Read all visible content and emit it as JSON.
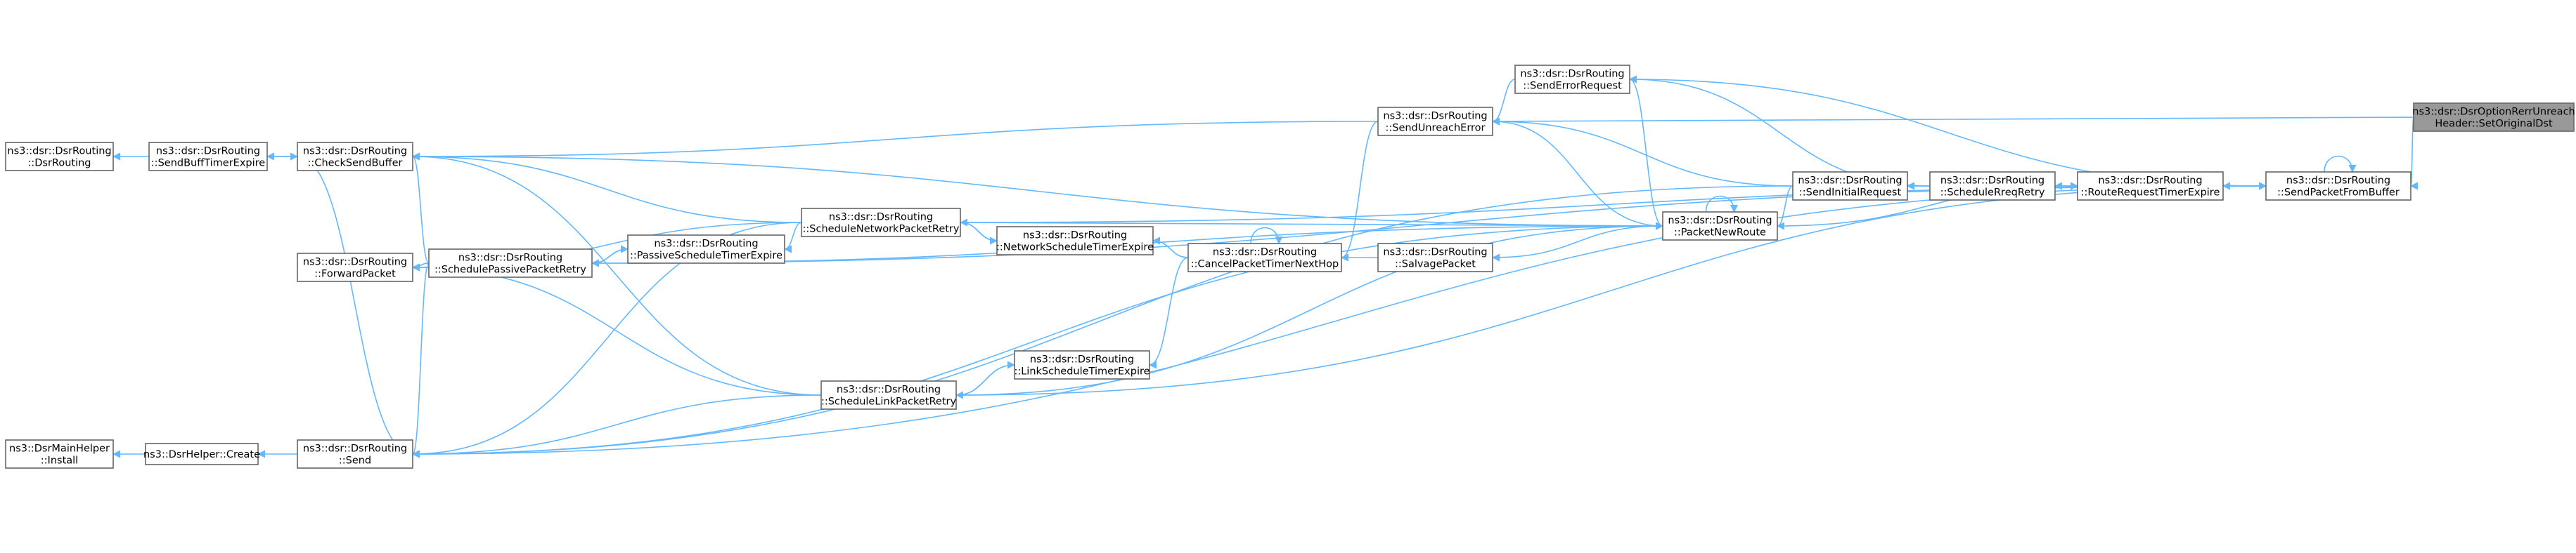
{
  "graph": {
    "title": "",
    "root_node": "n_setorigdst",
    "colors": {
      "edge": "#63b8ff",
      "node_border": "#666666",
      "root_fill": "#999999",
      "node_fill": "#ffffff"
    },
    "nodes": [
      {
        "id": "n_setorigdst",
        "lines": [
          "ns3::dsr::DsrOptionRerrUnreach",
          "Header::SetOriginalDst"
        ]
      },
      {
        "id": "n_sendpktbuf",
        "lines": [
          "ns3::dsr::DsrRouting",
          "::SendPacketFromBuffer"
        ]
      },
      {
        "id": "n_routereq",
        "lines": [
          "ns3::dsr::DsrRouting",
          "::RouteRequestTimerExpire"
        ]
      },
      {
        "id": "n_schedrreq",
        "lines": [
          "ns3::dsr::DsrRouting",
          "::ScheduleRreqRetry"
        ]
      },
      {
        "id": "n_sendinit",
        "lines": [
          "ns3::dsr::DsrRouting",
          "::SendInitialRequest"
        ]
      },
      {
        "id": "n_senderr",
        "lines": [
          "ns3::dsr::DsrRouting",
          "::SendErrorRequest"
        ]
      },
      {
        "id": "n_sendunreach",
        "lines": [
          "ns3::dsr::DsrRouting",
          "::SendUnreachError"
        ]
      },
      {
        "id": "n_pktnewroute",
        "lines": [
          "ns3::dsr::DsrRouting",
          "::PacketNewRoute"
        ]
      },
      {
        "id": "n_salvage",
        "lines": [
          "ns3::dsr::DsrRouting",
          "::SalvagePacket"
        ]
      },
      {
        "id": "n_cancelpkt",
        "lines": [
          "ns3::dsr::DsrRouting",
          "::CancelPacketTimerNextHop"
        ]
      },
      {
        "id": "n_netsched",
        "lines": [
          "ns3::dsr::DsrRouting",
          "::NetworkScheduleTimerExpire"
        ]
      },
      {
        "id": "n_linksched",
        "lines": [
          "ns3::dsr::DsrRouting",
          "::LinkScheduleTimerExpire"
        ]
      },
      {
        "id": "n_schednet",
        "lines": [
          "ns3::dsr::DsrRouting",
          "::ScheduleNetworkPacketRetry"
        ]
      },
      {
        "id": "n_passsched",
        "lines": [
          "ns3::dsr::DsrRouting",
          "::PassiveScheduleTimerExpire"
        ]
      },
      {
        "id": "n_schedlink",
        "lines": [
          "ns3::dsr::DsrRouting",
          "::ScheduleLinkPacketRetry"
        ]
      },
      {
        "id": "n_schedpass",
        "lines": [
          "ns3::dsr::DsrRouting",
          "::SchedulePassivePacketRetry"
        ]
      },
      {
        "id": "n_checksend",
        "lines": [
          "ns3::dsr::DsrRouting",
          "::CheckSendBuffer"
        ]
      },
      {
        "id": "n_forward",
        "lines": [
          "ns3::dsr::DsrRouting",
          "::ForwardPacket"
        ]
      },
      {
        "id": "n_send",
        "lines": [
          "ns3::dsr::DsrRouting",
          "::Send"
        ]
      },
      {
        "id": "n_sendbuff",
        "lines": [
          "ns3::dsr::DsrRouting",
          "::SendBuffTimerExpire"
        ]
      },
      {
        "id": "n_dsrrouting",
        "lines": [
          "ns3::dsr::DsrRouting",
          "::DsrRouting"
        ]
      },
      {
        "id": "n_helpercreate",
        "lines": [
          "ns3::DsrHelper::Create"
        ]
      },
      {
        "id": "n_mainhelper",
        "lines": [
          "ns3::DsrMainHelper",
          "::Install"
        ]
      }
    ],
    "edges": [
      {
        "from": "n_sendpktbuf",
        "to": "n_setorigdst"
      },
      {
        "from": "n_sendunreach",
        "to": "n_setorigdst"
      },
      {
        "from": "n_sendpktbuf",
        "to": "n_sendpktbuf"
      },
      {
        "from": "n_routereq",
        "to": "n_sendpktbuf"
      },
      {
        "from": "n_schedrreq",
        "to": "n_routereq"
      },
      {
        "from": "n_routereq",
        "to": "n_schedrreq"
      },
      {
        "from": "n_sendinit",
        "to": "n_schedrreq"
      },
      {
        "from": "n_senderr",
        "to": "n_schedrreq"
      },
      {
        "from": "n_sendinit",
        "to": "n_sendpktbuf"
      },
      {
        "from": "n_senderr",
        "to": "n_sendpktbuf"
      },
      {
        "from": "n_pktnewroute",
        "to": "n_sendinit"
      },
      {
        "from": "n_routereq",
        "to": "n_pktnewroute"
      },
      {
        "from": "n_pktnewroute",
        "to": "n_pktnewroute"
      },
      {
        "from": "n_pktnewroute",
        "to": "n_senderr"
      },
      {
        "from": "n_sendunreach",
        "to": "n_senderr"
      },
      {
        "from": "n_pktnewroute",
        "to": "n_sendunreach"
      },
      {
        "from": "n_sendunreach",
        "to": "n_sendinit"
      },
      {
        "from": "n_salvage",
        "to": "n_pktnewroute"
      },
      {
        "from": "n_cancelpkt",
        "to": "n_salvage"
      },
      {
        "from": "n_cancelpkt",
        "to": "n_sendunreach"
      },
      {
        "from": "n_cancelpkt",
        "to": "n_cancelpkt"
      },
      {
        "from": "n_netsched",
        "to": "n_cancelpkt"
      },
      {
        "from": "n_linksched",
        "to": "n_cancelpkt"
      },
      {
        "from": "n_schednet",
        "to": "n_netsched"
      },
      {
        "from": "n_netsched",
        "to": "n_schednet"
      },
      {
        "from": "n_schedlink",
        "to": "n_linksched"
      },
      {
        "from": "n_linksched",
        "to": "n_schedlink"
      },
      {
        "from": "n_pktnewroute",
        "to": "n_schednet"
      },
      {
        "from": "n_sendpktbuf",
        "to": "n_schednet"
      },
      {
        "from": "n_pktnewroute",
        "to": "n_schedlink"
      },
      {
        "from": "n_sendpktbuf",
        "to": "n_schedlink"
      },
      {
        "from": "n_schedpass",
        "to": "n_passsched"
      },
      {
        "from": "n_passsched",
        "to": "n_schedpass"
      },
      {
        "from": "n_pktnewroute",
        "to": "n_schedpass"
      },
      {
        "from": "n_sendpktbuf",
        "to": "n_schedpass"
      },
      {
        "from": "n_passsched",
        "to": "n_schednet"
      },
      {
        "from": "n_checksend",
        "to": "n_schednet"
      },
      {
        "from": "n_checksend",
        "to": "n_schedlink"
      },
      {
        "from": "n_checksend",
        "to": "n_schedpass"
      },
      {
        "from": "n_checksend",
        "to": "n_pktnewroute"
      },
      {
        "from": "n_checksend",
        "to": "n_sendunreach"
      },
      {
        "from": "n_forward",
        "to": "n_schedpass"
      },
      {
        "from": "n_forward",
        "to": "n_schedlink"
      },
      {
        "from": "n_forward",
        "to": "n_schednet"
      },
      {
        "from": "n_send",
        "to": "n_schedpass"
      },
      {
        "from": "n_send",
        "to": "n_schednet"
      },
      {
        "from": "n_send",
        "to": "n_schedlink"
      },
      {
        "from": "n_send",
        "to": "n_pktnewroute"
      },
      {
        "from": "n_send",
        "to": "n_sendinit"
      },
      {
        "from": "n_send",
        "to": "n_sendpktbuf"
      },
      {
        "from": "n_send",
        "to": "n_checksend"
      },
      {
        "from": "n_sendbuff",
        "to": "n_checksend"
      },
      {
        "from": "n_checksend",
        "to": "n_sendbuff"
      },
      {
        "from": "n_dsrrouting",
        "to": "n_sendbuff"
      },
      {
        "from": "n_helpercreate",
        "to": "n_send"
      },
      {
        "from": "n_mainhelper",
        "to": "n_helpercreate"
      }
    ]
  }
}
